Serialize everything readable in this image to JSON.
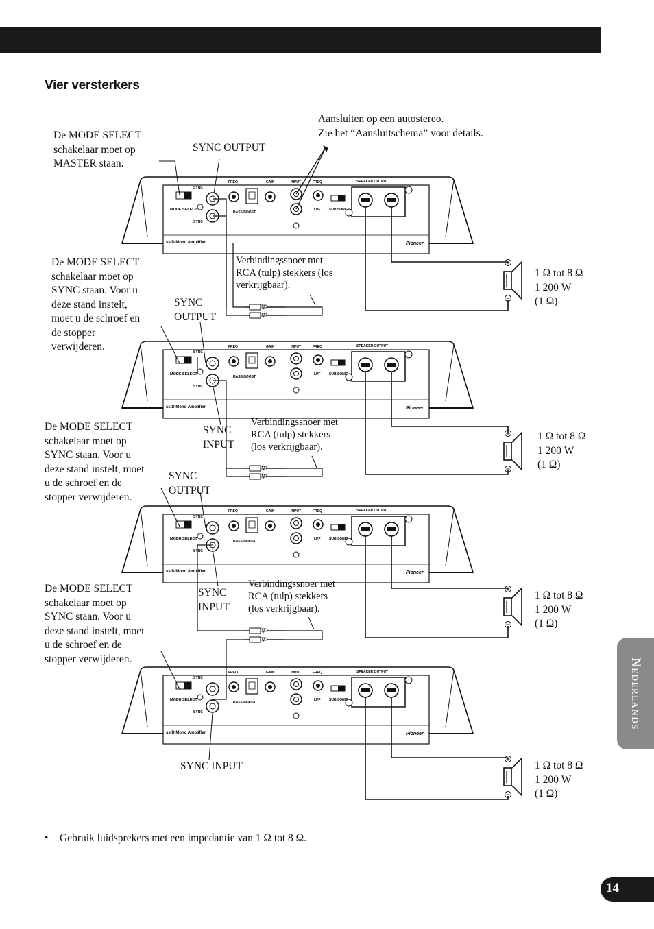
{
  "header": {
    "title": "Vier versterkers"
  },
  "notes": {
    "stereo": "Aansluiten op een autostereo.\nZie het “Aansluitschema”  voor details.",
    "master": "De MODE SELECT\nschakelaar moet op\nMASTER staan.",
    "sync_output_1": "SYNC OUTPUT",
    "cable_1": "Verbindingssnoer met\nRCA (tulp) stekkers (los\nverkrijgbaar).",
    "slave_1": "De MODE SELECT\nschakelaar moet op\nSYNC staan. Voor u\ndeze stand instelt,\nmoet u de schroef en\nde stopper\nverwijderen.",
    "sync_output_2": "SYNC\nOUTPUT",
    "slave_2": "De MODE SELECT\nschakelaar moet op\nSYNC staan. Voor u\ndeze stand instelt, moet\nu de schroef en de\nstopper verwijderen.",
    "sync_input_2": "SYNC\nINPUT",
    "cable_2": "Verbindingssnoer met\nRCA (tulp) stekkers\n(los verkrijgbaar).",
    "sync_output_3": "SYNC\nOUTPUT",
    "slave_3": "De MODE SELECT\nschakelaar moet op\nSYNC staan. Voor u\ndeze stand instelt, moet\nu de schroef en de\nstopper verwijderen.",
    "sync_input_3": "SYNC\nINPUT",
    "cable_3": "Verbindingssnoer met\nRCA (tulp) stekkers\n(los verkrijgbaar).",
    "sync_input_4": "SYNC INPUT"
  },
  "speaker_spec": "1 Ω tot 8 Ω\n1 200 W\n(1 Ω)",
  "amp_labels": {
    "sync_output": "SYNC OUTPUT",
    "sync_input": "SYNC INPUT",
    "mode_select": "MODE SELECT",
    "freq": "FREQ",
    "gain": "GAIN",
    "input": "INPUT",
    "bass_boost": "BASS BOOST",
    "lpf": "LPF",
    "sub_sonic": "SUB SONIC",
    "speaker_output": "SPEAKER OUTPUT",
    "model_text": "ss  D  Mono  Amplifier",
    "brand": "Pioneer"
  },
  "bullet": "Gebruik luidsprekers met een impedantie van 1 Ω tot 8 Ω.",
  "sidetab": "Nederlands",
  "page_number": "14"
}
